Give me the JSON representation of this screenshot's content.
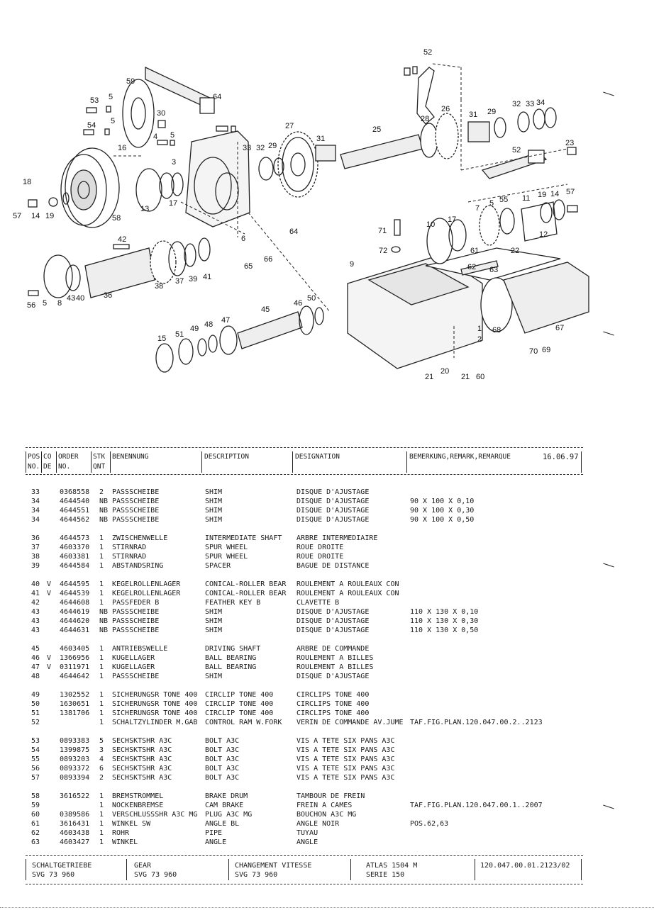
{
  "header": {
    "pos_no": "POS\nNO.",
    "co_de": "CO\nDE",
    "order_no": "ORDER\nNO.",
    "qty": "STK\nQNT",
    "benennung": "BENENNUNG",
    "description": "DESCRIPTION",
    "designation": "DESIGNATION",
    "remarks": "BEMERKUNG,REMARK,REMARQUE",
    "date": "16.06.97"
  },
  "callouts": [
    "52",
    "59",
    "64",
    "53",
    "5",
    "30",
    "54",
    "5",
    "4",
    "5",
    "16",
    "3",
    "13",
    "17",
    "18",
    "57",
    "14",
    "19",
    "58",
    "27",
    "33",
    "32",
    "29",
    "31",
    "25",
    "28",
    "26",
    "31",
    "29",
    "32",
    "33",
    "34",
    "23",
    "52",
    "42",
    "36",
    "38",
    "37",
    "39",
    "41",
    "56",
    "5",
    "8",
    "43",
    "40",
    "6",
    "64",
    "65",
    "66",
    "71",
    "72",
    "10",
    "17",
    "7",
    "5",
    "55",
    "11",
    "19",
    "14",
    "57",
    "12",
    "61",
    "22",
    "62",
    "63",
    "9",
    "68",
    "67",
    "45",
    "46",
    "50",
    "15",
    "51",
    "49",
    "48",
    "47",
    "1",
    "2",
    "70",
    "69",
    "21",
    "20",
    "21",
    "60"
  ],
  "groups": [
    [
      {
        "pos": "33",
        "co": "",
        "order": "0368558",
        "qty": "2",
        "de": "PASSSCHEIBE",
        "en": "SHIM",
        "fr": "DISQUE D'AJUSTAGE",
        "rem": ""
      },
      {
        "pos": "34",
        "co": "",
        "order": "4644540",
        "qty": "NB",
        "de": "PASSSCHEIBE",
        "en": "SHIM",
        "fr": "DISQUE D'AJUSTAGE",
        "rem": "90 X 100 X 0,10"
      },
      {
        "pos": "34",
        "co": "",
        "order": "4644551",
        "qty": "NB",
        "de": "PASSSCHEIBE",
        "en": "SHIM",
        "fr": "DISQUE D'AJUSTAGE",
        "rem": "90 X 100 X 0,30"
      },
      {
        "pos": "34",
        "co": "",
        "order": "4644562",
        "qty": "NB",
        "de": "PASSSCHEIBE",
        "en": "SHIM",
        "fr": "DISQUE D'AJUSTAGE",
        "rem": "90 X 100 X 0,50"
      }
    ],
    [
      {
        "pos": "36",
        "co": "",
        "order": "4644573",
        "qty": "1",
        "de": "ZWISCHENWELLE",
        "en": "INTERMEDIATE SHAFT",
        "fr": "ARBRE INTERMEDIAIRE",
        "rem": ""
      },
      {
        "pos": "37",
        "co": "",
        "order": "4603370",
        "qty": "1",
        "de": "STIRNRAD",
        "en": "SPUR WHEEL",
        "fr": "ROUE DROITE",
        "rem": ""
      },
      {
        "pos": "38",
        "co": "",
        "order": "4603381",
        "qty": "1",
        "de": "STIRNRAD",
        "en": "SPUR WHEEL",
        "fr": "ROUE DROITE",
        "rem": ""
      },
      {
        "pos": "39",
        "co": "",
        "order": "4644584",
        "qty": "1",
        "de": "ABSTANDSRING",
        "en": "SPACER",
        "fr": "BAGUE DE DISTANCE",
        "rem": ""
      }
    ],
    [
      {
        "pos": "40",
        "co": "V",
        "order": "4644595",
        "qty": "1",
        "de": "KEGELROLLENLAGER",
        "en": "CONICAL-ROLLER BEAR",
        "fr": "ROULEMENT A ROULEAUX CON",
        "rem": ""
      },
      {
        "pos": "41",
        "co": "V",
        "order": "4644539",
        "qty": "1",
        "de": "KEGELROLLENLAGER",
        "en": "CONICAL-ROLLER BEAR",
        "fr": "ROULEMENT A ROULEAUX CON",
        "rem": ""
      },
      {
        "pos": "42",
        "co": "",
        "order": "4644608",
        "qty": "1",
        "de": "PASSFEDER B",
        "en": "FEATHER KEY B",
        "fr": "CLAVETTE B",
        "rem": ""
      },
      {
        "pos": "43",
        "co": "",
        "order": "4644619",
        "qty": "NB",
        "de": "PASSSCHEIBE",
        "en": "SHIM",
        "fr": "DISQUE D'AJUSTAGE",
        "rem": "110 X 130 X 0,10"
      },
      {
        "pos": "43",
        "co": "",
        "order": "4644620",
        "qty": "NB",
        "de": "PASSSCHEIBE",
        "en": "SHIM",
        "fr": "DISQUE D'AJUSTAGE",
        "rem": "110 X 130 X 0,30"
      },
      {
        "pos": "43",
        "co": "",
        "order": "4644631",
        "qty": "NB",
        "de": "PASSSCHEIBE",
        "en": "SHIM",
        "fr": "DISQUE D'AJUSTAGE",
        "rem": "110 X 130 X 0,50"
      }
    ],
    [
      {
        "pos": "45",
        "co": "",
        "order": "4603405",
        "qty": "1",
        "de": "ANTRIEBSWELLE",
        "en": "DRIVING SHAFT",
        "fr": "ARBRE DE COMMANDE",
        "rem": ""
      },
      {
        "pos": "46",
        "co": "V",
        "order": "1366956",
        "qty": "1",
        "de": "KUGELLAGER",
        "en": "BALL BEARING",
        "fr": "ROULEMENT A BILLES",
        "rem": ""
      },
      {
        "pos": "47",
        "co": "V",
        "order": "0311971",
        "qty": "1",
        "de": "KUGELLAGER",
        "en": "BALL BEARING",
        "fr": "ROULEMENT A BILLES",
        "rem": ""
      },
      {
        "pos": "48",
        "co": "",
        "order": "4644642",
        "qty": "1",
        "de": "PASSSCHEIBE",
        "en": "SHIM",
        "fr": "DISQUE D'AJUSTAGE",
        "rem": ""
      }
    ],
    [
      {
        "pos": "49",
        "co": "",
        "order": "1302552",
        "qty": "1",
        "de": "SICHERUNGSR TONE 400",
        "en": "CIRCLIP TONE 400",
        "fr": "CIRCLIPS TONE 400",
        "rem": ""
      },
      {
        "pos": "50",
        "co": "",
        "order": "1630651",
        "qty": "1",
        "de": "SICHERUNGSR TONE 400",
        "en": "CIRCLIP TONE 400",
        "fr": "CIRCLIPS TONE 400",
        "rem": ""
      },
      {
        "pos": "51",
        "co": "",
        "order": "1381706",
        "qty": "1",
        "de": "SICHERUNGSR TONE 400",
        "en": "CIRCLIP TONE 400",
        "fr": "CIRCLIPS TONE 400",
        "rem": ""
      },
      {
        "pos": "52",
        "co": "",
        "order": "",
        "qty": "1",
        "de": "SCHALTZYLINDER M.GAB",
        "en": "CONTROL RAM W.FORK",
        "fr": "VERIN DE COMMANDE AV.JUME",
        "rem": "TAF.FIG.PLAN.120.047.00.2..2123"
      }
    ],
    [
      {
        "pos": "53",
        "co": "",
        "order": "0893383",
        "qty": "5",
        "de": "SECHSKTSHR A3C",
        "en": "BOLT A3C",
        "fr": "VIS A TETE SIX PANS A3C",
        "rem": ""
      },
      {
        "pos": "54",
        "co": "",
        "order": "1399875",
        "qty": "3",
        "de": "SECHSKTSHR A3C",
        "en": "BOLT A3C",
        "fr": "VIS A TETE SIX PANS A3C",
        "rem": ""
      },
      {
        "pos": "55",
        "co": "",
        "order": "0893203",
        "qty": "4",
        "de": "SECHSKTSHR A3C",
        "en": "BOLT A3C",
        "fr": "VIS A TETE SIX PANS A3C",
        "rem": ""
      },
      {
        "pos": "56",
        "co": "",
        "order": "0893372",
        "qty": "6",
        "de": "SECHSKTSHR A3C",
        "en": "BOLT A3C",
        "fr": "VIS A TETE SIX PANS A3C",
        "rem": ""
      },
      {
        "pos": "57",
        "co": "",
        "order": "0893394",
        "qty": "2",
        "de": "SECHSKTSHR A3C",
        "en": "BOLT A3C",
        "fr": "VIS A TETE SIX PANS A3C",
        "rem": ""
      }
    ],
    [
      {
        "pos": "58",
        "co": "",
        "order": "3616522",
        "qty": "1",
        "de": "BREMSTROMMEL",
        "en": "BRAKE DRUM",
        "fr": "TAMBOUR DE FREIN",
        "rem": ""
      },
      {
        "pos": "59",
        "co": "",
        "order": "",
        "qty": "1",
        "de": "NOCKENBREMSE",
        "en": "CAM BRAKE",
        "fr": "FREIN A CAMES",
        "rem": "TAF.FIG.PLAN.120.047.00.1..2007"
      },
      {
        "pos": "60",
        "co": "",
        "order": "0389586",
        "qty": "1",
        "de": "VERSCHLUSSSHR A3C MG",
        "en": "PLUG A3C MG",
        "fr": "BOUCHON A3C MG",
        "rem": ""
      },
      {
        "pos": "61",
        "co": "",
        "order": "3616431",
        "qty": "1",
        "de": "WINKEL SW",
        "en": "ANGLE BL",
        "fr": "ANGLE NOIR",
        "rem": "POS.62,63"
      },
      {
        "pos": "62",
        "co": "",
        "order": "4603438",
        "qty": "1",
        "de": "ROHR",
        "en": "PIPE",
        "fr": "TUYAU",
        "rem": ""
      },
      {
        "pos": "63",
        "co": "",
        "order": "4603427",
        "qty": "1",
        "de": "WINKEL",
        "en": "ANGLE",
        "fr": "ANGLE",
        "rem": ""
      }
    ]
  ],
  "footer": {
    "de_title": "SCHALTGETRIEBE",
    "de_sub": "SVG 73 960",
    "en_title": "GEAR",
    "en_sub": "SVG 73 960",
    "fr_title": "CHANGEMENT VITESSE",
    "fr_sub": "SVG 73 960",
    "model": "ATLAS 1504 M",
    "serie": "SERIE 150",
    "plan_no": "120.047.00.01.2123/02"
  }
}
